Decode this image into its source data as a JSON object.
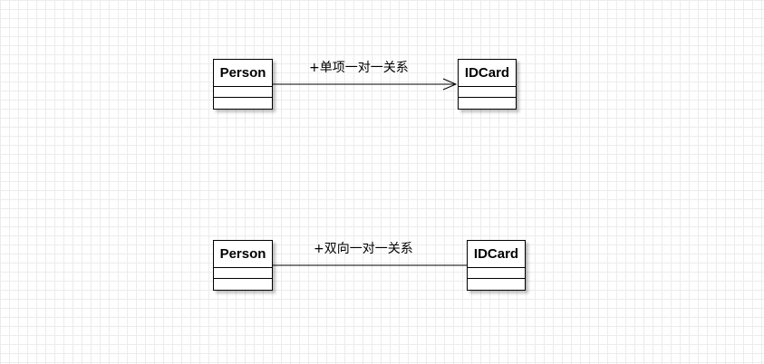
{
  "diagram": {
    "uni": {
      "source": {
        "name": "Person"
      },
      "target": {
        "name": "IDCard"
      },
      "label": "+单项一对一关系"
    },
    "bi": {
      "source": {
        "name": "Person"
      },
      "target": {
        "name": "IDCard"
      },
      "label": "+双向一对一关系"
    }
  }
}
